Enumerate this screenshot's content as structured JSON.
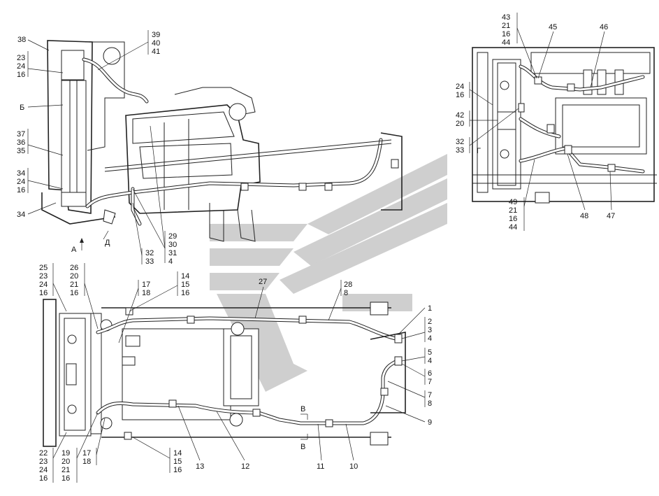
{
  "views": {
    "side": {
      "labels": [
        {
          "id": "s38",
          "text": "38"
        },
        {
          "id": "s39",
          "text": "39"
        },
        {
          "id": "s40",
          "text": "40"
        },
        {
          "id": "s41",
          "text": "41"
        },
        {
          "id": "s23",
          "text": "23"
        },
        {
          "id": "s24",
          "text": "24"
        },
        {
          "id": "s16",
          "text": "16"
        },
        {
          "id": "sB",
          "text": "Б"
        },
        {
          "id": "s37",
          "text": "37"
        },
        {
          "id": "s36",
          "text": "36"
        },
        {
          "id": "s35",
          "text": "35"
        },
        {
          "id": "s34a",
          "text": "34"
        },
        {
          "id": "s24b",
          "text": "24"
        },
        {
          "id": "s16b",
          "text": "16"
        },
        {
          "id": "s34b",
          "text": "34"
        },
        {
          "id": "sA",
          "text": "А"
        },
        {
          "id": "sD",
          "text": "Д"
        },
        {
          "id": "s32",
          "text": "32"
        },
        {
          "id": "s33",
          "text": "33"
        },
        {
          "id": "s29",
          "text": "29"
        },
        {
          "id": "s30",
          "text": "30"
        },
        {
          "id": "s31",
          "text": "31"
        },
        {
          "id": "s4",
          "text": "4"
        }
      ]
    },
    "view_b": {
      "labels": [
        {
          "id": "b43",
          "text": "43"
        },
        {
          "id": "b21",
          "text": "21"
        },
        {
          "id": "b16",
          "text": "16"
        },
        {
          "id": "b44",
          "text": "44"
        },
        {
          "id": "b45",
          "text": "45"
        },
        {
          "id": "b46",
          "text": "46"
        },
        {
          "id": "b24",
          "text": "24"
        },
        {
          "id": "b16b",
          "text": "16"
        },
        {
          "id": "b42",
          "text": "42"
        },
        {
          "id": "b20",
          "text": "20"
        },
        {
          "id": "b32",
          "text": "32"
        },
        {
          "id": "b33",
          "text": "33"
        },
        {
          "id": "bG",
          "text": "Г"
        },
        {
          "id": "b49",
          "text": "49"
        },
        {
          "id": "b21b",
          "text": "21"
        },
        {
          "id": "b16c",
          "text": "16"
        },
        {
          "id": "b44b",
          "text": "44"
        },
        {
          "id": "b48",
          "text": "48"
        },
        {
          "id": "b47",
          "text": "47"
        }
      ]
    },
    "top": {
      "labels": [
        {
          "id": "t25",
          "text": "25"
        },
        {
          "id": "t23",
          "text": "23"
        },
        {
          "id": "t24",
          "text": "24"
        },
        {
          "id": "t16",
          "text": "16"
        },
        {
          "id": "t26",
          "text": "26"
        },
        {
          "id": "t20",
          "text": "20"
        },
        {
          "id": "t21",
          "text": "21"
        },
        {
          "id": "t16b",
          "text": "16"
        },
        {
          "id": "t17",
          "text": "17"
        },
        {
          "id": "t18",
          "text": "18"
        },
        {
          "id": "t14",
          "text": "14"
        },
        {
          "id": "t15",
          "text": "15"
        },
        {
          "id": "t16c",
          "text": "16"
        },
        {
          "id": "t27",
          "text": "27"
        },
        {
          "id": "t28",
          "text": "28"
        },
        {
          "id": "t8",
          "text": "8"
        },
        {
          "id": "t1",
          "text": "1"
        },
        {
          "id": "t2",
          "text": "2"
        },
        {
          "id": "t3",
          "text": "3"
        },
        {
          "id": "t4",
          "text": "4"
        },
        {
          "id": "t5",
          "text": "5"
        },
        {
          "id": "t4b",
          "text": "4"
        },
        {
          "id": "t6",
          "text": "6"
        },
        {
          "id": "t7",
          "text": "7"
        },
        {
          "id": "t7b",
          "text": "7"
        },
        {
          "id": "t8b",
          "text": "8"
        },
        {
          "id": "t9",
          "text": "9"
        },
        {
          "id": "tV1",
          "text": "В"
        },
        {
          "id": "tV2",
          "text": "В"
        },
        {
          "id": "t22",
          "text": "22"
        },
        {
          "id": "t23b",
          "text": "23"
        },
        {
          "id": "t24b",
          "text": "24"
        },
        {
          "id": "t16d",
          "text": "16"
        },
        {
          "id": "t19",
          "text": "19"
        },
        {
          "id": "t20b",
          "text": "20"
        },
        {
          "id": "t21b",
          "text": "21"
        },
        {
          "id": "t16e",
          "text": "16"
        },
        {
          "id": "t17b",
          "text": "17"
        },
        {
          "id": "t18b",
          "text": "18"
        },
        {
          "id": "t14b",
          "text": "14"
        },
        {
          "id": "t15b",
          "text": "15"
        },
        {
          "id": "t16f",
          "text": "16"
        },
        {
          "id": "t13",
          "text": "13"
        },
        {
          "id": "t12",
          "text": "12"
        },
        {
          "id": "t11",
          "text": "11"
        },
        {
          "id": "t10",
          "text": "10"
        }
      ]
    }
  }
}
